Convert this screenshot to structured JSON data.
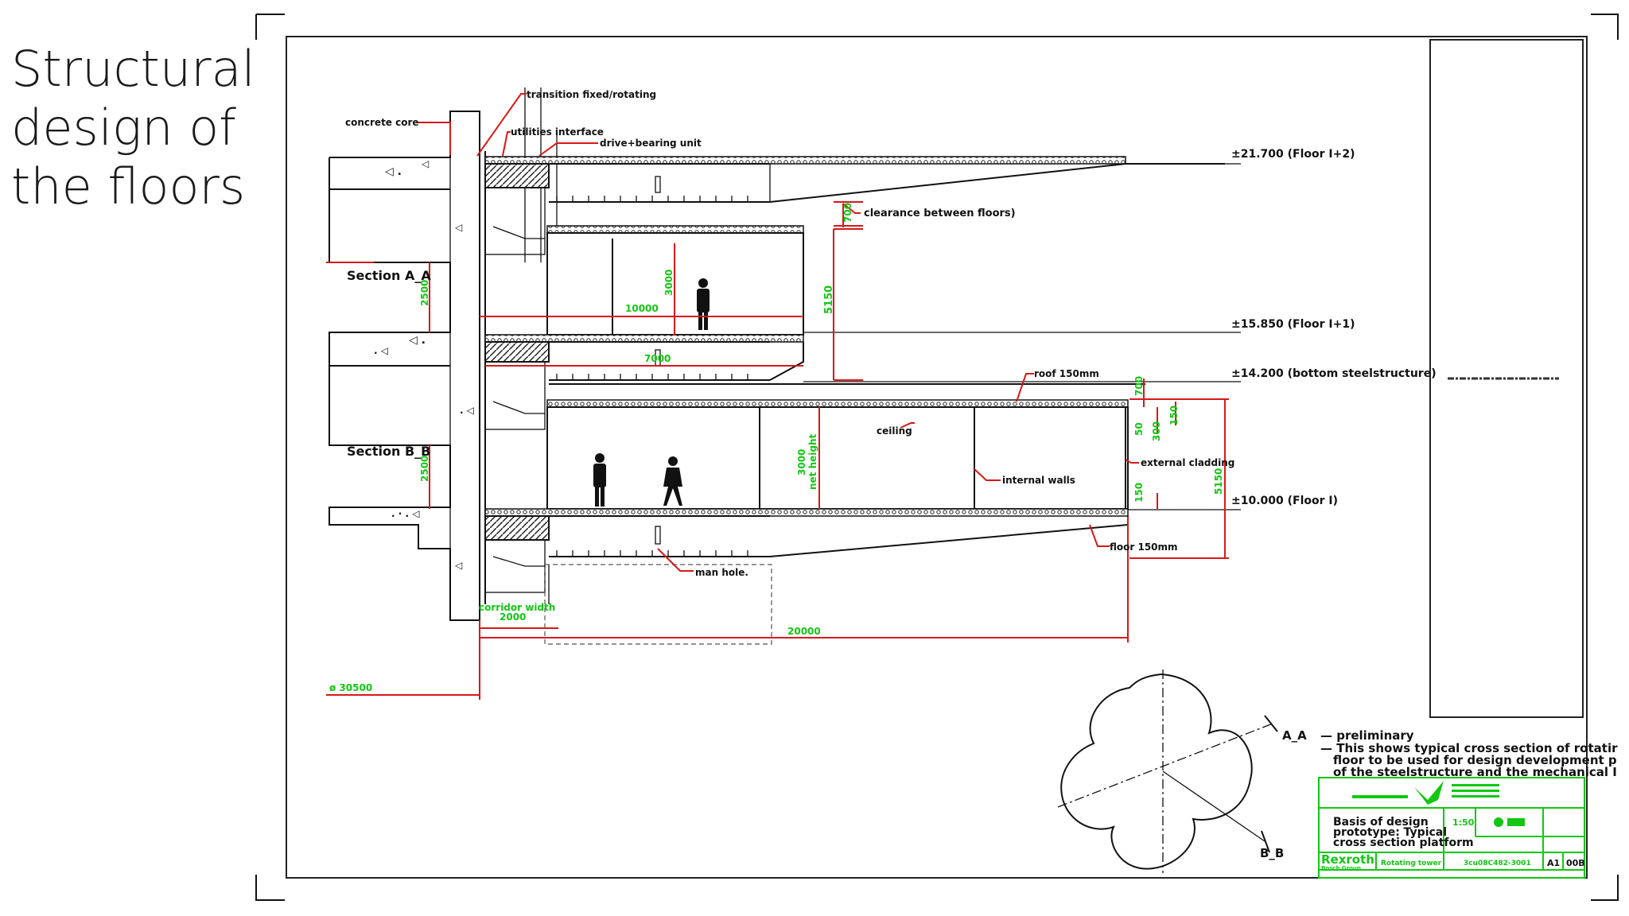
{
  "slide": {
    "title_lines": [
      "Structural",
      "design of",
      "the floors"
    ]
  },
  "drawing": {
    "labels": {
      "concrete_core": "concrete core",
      "transition": "transition fixed/rotating",
      "utilities": "utilities interface",
      "drive": "drive+bearing unit",
      "clearance": "clearance between floors)",
      "section_a": "Section  A_A",
      "section_b": "Section  B_B",
      "roof": "roof 150mm",
      "ceiling": "ceiling",
      "internal_walls": "internal walls",
      "external_cladding": "external cladding",
      "floor": "floor 150mm",
      "man_hole": "man hole.",
      "corridor": "corridor width"
    },
    "levels": {
      "l1": "±21.700  (Floor I+2)",
      "l2": "±15.850  (Floor I+1)",
      "l3": "±14.200  (bottom steelstructure)",
      "l4": "±10.000  (Floor I)"
    },
    "dims": {
      "d700a": "700",
      "d5150a": "5150",
      "d3000": "3000",
      "d10000": "10000",
      "d7000": "7000",
      "d2500a": "2500",
      "d2500b": "2500",
      "d700b": "700",
      "d50": "50",
      "d300": "300",
      "d150a": "150",
      "d3000net": "3000",
      "d_net": "net height",
      "d5150b": "5150",
      "d150b": "150",
      "d2000": "2000",
      "d20000": "20000",
      "d30500": "ø 30500"
    },
    "sections": {
      "aa": "A_A",
      "bb": "B_B"
    },
    "notes": {
      "n1": "— preliminary",
      "n2": "— This shows typical cross section of rotatir",
      "n3": "floor to be used for design development p",
      "n4": "of the steelstructure and the mechanical I"
    },
    "title_block": {
      "description_1": "Basis of design",
      "description_2": "prototype:  Typical",
      "description_3": "cross section platform",
      "scale": "1:50",
      "brand": "Rexroth",
      "brand_sub": "Bosch Group",
      "project": "Rotating tower",
      "drawing_no": "3cu08C482-3001",
      "format": "A1",
      "rev": "00B"
    }
  }
}
